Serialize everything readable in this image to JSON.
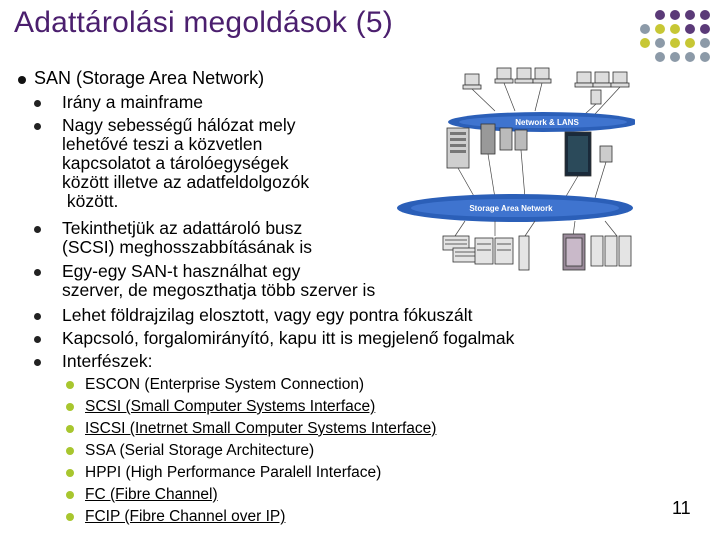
{
  "title": "Adattárolási megoldások (5)",
  "main_item": "SAN (Storage Area Network)",
  "sub_items": [
    [
      "Irány a mainframe"
    ],
    [
      "Nagy sebességű hálózat mely",
      "lehetővé teszi a közvetlen",
      "kapcsolatot a tárolóegységek",
      "között illetve az adatfeldolgozók",
      " között."
    ],
    [
      "Tekinthetjük az adattároló busz",
      "(SCSI) meghosszabbításának is"
    ],
    [
      "Egy-egy SAN-t használhat egy",
      "szerver, de megoszthatja több szerver is"
    ],
    [
      "Lehet földrajzilag elosztott, vagy egy pontra fókuszált"
    ],
    [
      "Kapcsoló, forgalomirányító, kapu itt is megjelenő fogalmak"
    ],
    [
      "Interfészek:"
    ]
  ],
  "interfaces": [
    "ESCON (Enterprise System Connection)",
    "SCSI (Small Computer Systems Interface)",
    "ISCSI (Inetrnet Small Computer Systems Interface)",
    "SSA (Serial Storage Architecture)",
    "HPPI (High Performance Paralell Interface)",
    "FC (Fibre Channel)",
    "FCIP (Fibre Channel over IP)"
  ],
  "diagram": {
    "network_label": "Network & LANS",
    "storage_label": "Storage Area Network"
  },
  "page_number": "11",
  "colors": {
    "title": "#4b1f6e",
    "purple_dot": "#5b3a78",
    "yellow_dot": "#c7c735",
    "gray_dot": "#8c9aa8",
    "green_bullet": "#a8c62e"
  }
}
